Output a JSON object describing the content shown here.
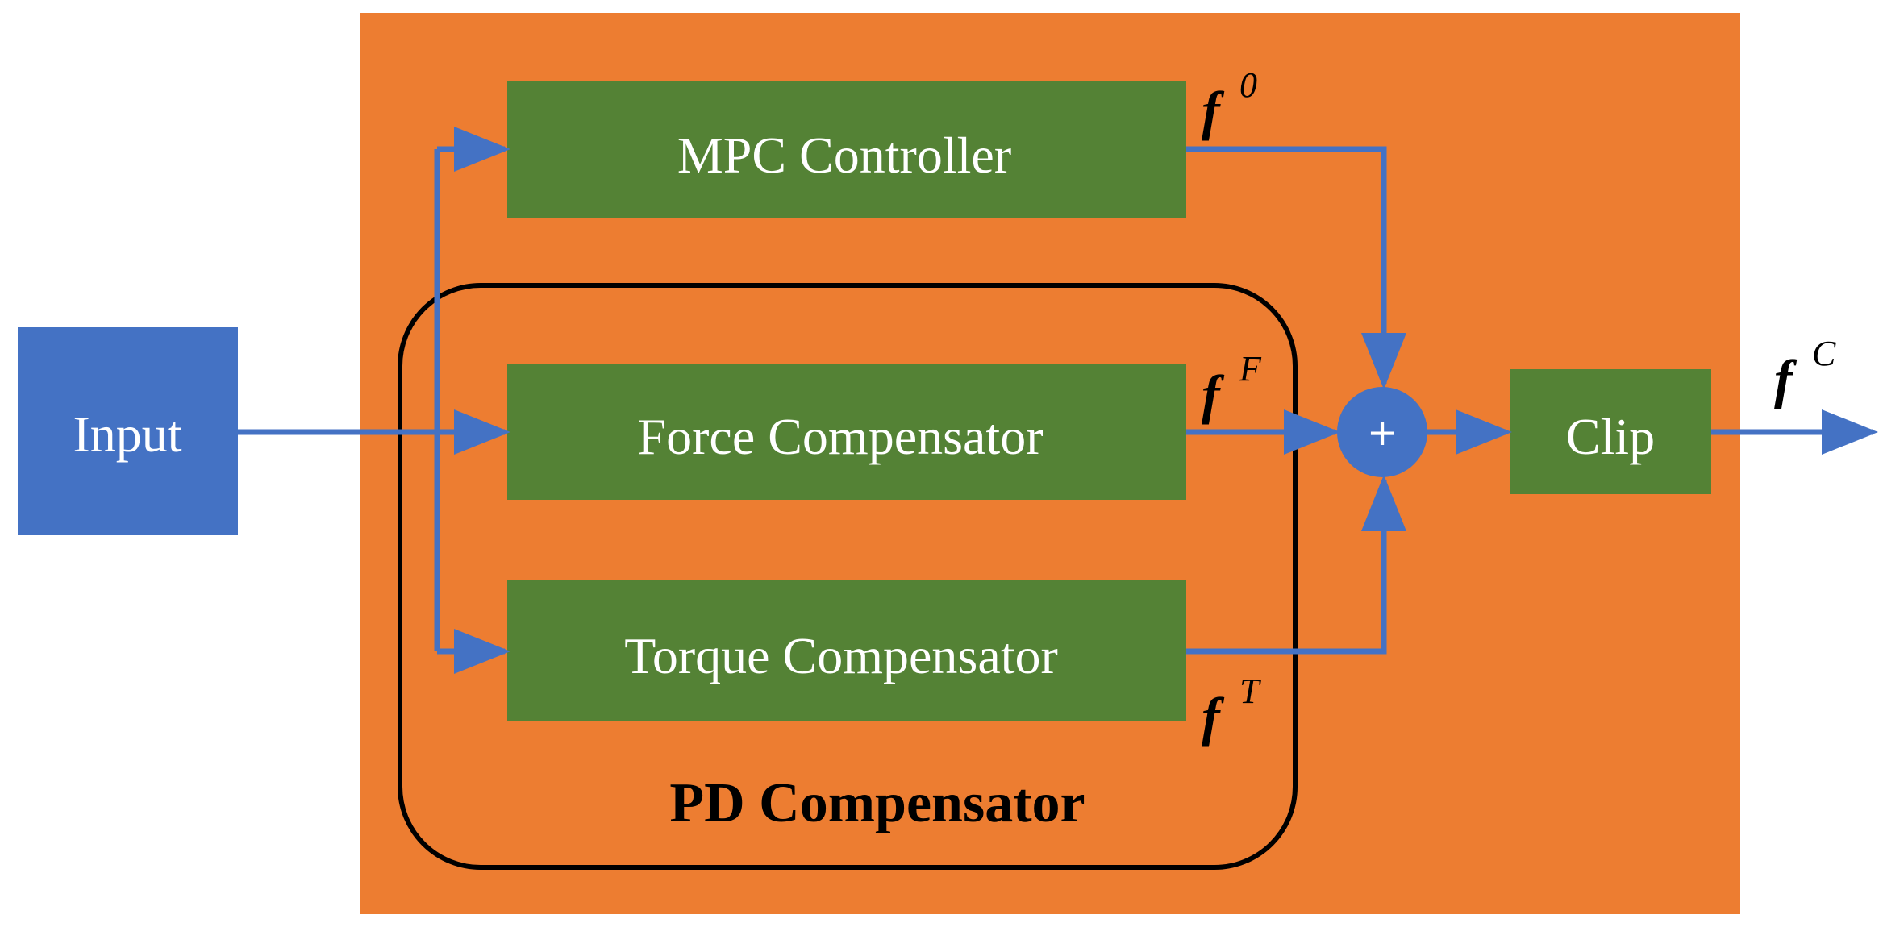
{
  "colors": {
    "container": "#ed7d31",
    "block_green": "#548235",
    "input_blue": "#4472c4",
    "arrow_blue": "#4472c4",
    "outline": "#000000"
  },
  "blocks": {
    "input": "Input",
    "mpc": "MPC Controller",
    "force": "Force Compensator",
    "torque": "Torque Compensator",
    "clip": "Clip"
  },
  "group_label": "PD Compensator",
  "sum_symbol": "+",
  "signals": {
    "f0": {
      "base": "f",
      "sup": "0"
    },
    "fF": {
      "base": "f",
      "sup": "F"
    },
    "fT": {
      "base": "f",
      "sup": "T"
    },
    "fC": {
      "base": "f",
      "sup": "C"
    }
  }
}
